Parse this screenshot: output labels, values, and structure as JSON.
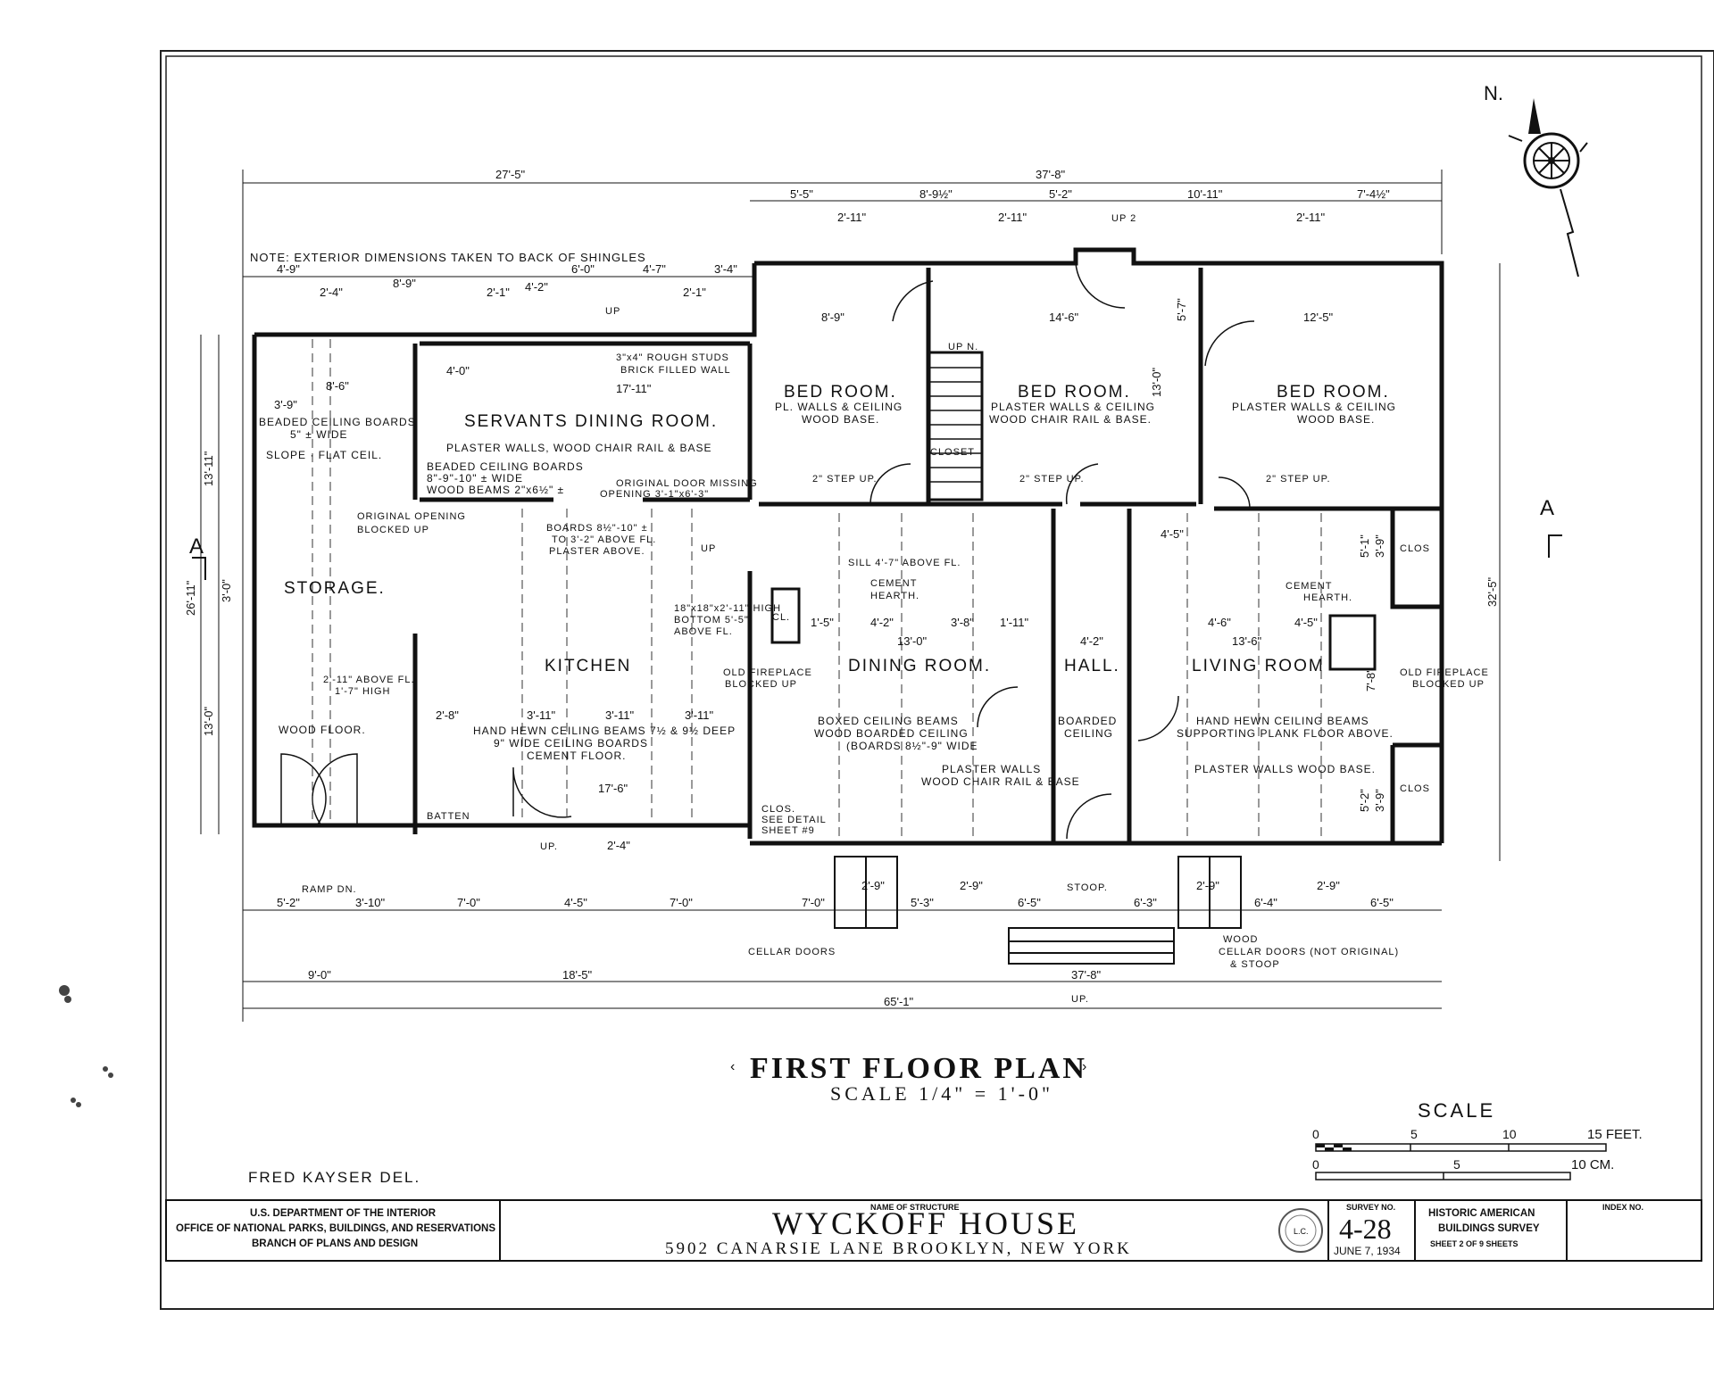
{
  "sheet": {
    "title": "FIRST FLOOR PLAN",
    "scale_note": "SCALE 1/4\" = 1'-0\"",
    "delineator": "FRED KAYSER DEL.",
    "note": "NOTE: EXTERIOR DIMENSIONS TAKEN TO BACK OF SHINGLES",
    "north_label": "N.",
    "section_marks": [
      "A",
      "A"
    ]
  },
  "rooms": [
    {
      "name": "STORAGE.",
      "notes": [
        "BEADED CEILING BOARDS",
        "5\" ± WIDE",
        "SLOPE · FLAT CEIL.",
        "WOOD FLOOR."
      ]
    },
    {
      "name": "SERVANTS DINING ROOM.",
      "notes": [
        "PLASTER WALLS, WOOD CHAIR RAIL & BASE",
        "BEADED CEILING BOARDS",
        "8\"-9\"-10\" ± WIDE",
        "WOOD BEAMS 2\"x6½\" ±"
      ]
    },
    {
      "name": "KITCHEN",
      "notes": [
        "HAND HEWN CEILING BEAMS 7½ & 9½ DEEP",
        "9\" WIDE CEILING BOARDS",
        "CEMENT FLOOR."
      ]
    },
    {
      "name": "BED ROOM.",
      "notes": [
        "PL. WALLS & CEILING",
        "WOOD BASE."
      ]
    },
    {
      "name": "BED ROOM.",
      "notes": [
        "PLASTER WALLS & CEILING",
        "WOOD CHAIR RAIL & BASE."
      ]
    },
    {
      "name": "BED ROOM.",
      "notes": [
        "PLASTER WALLS & CEILING",
        "WOOD BASE."
      ]
    },
    {
      "name": "DINING ROOM.",
      "notes": [
        "BOXED CEILING BEAMS",
        "WOOD BOARDED CEILING",
        "(BOARDS 8½\"-9\" WIDE",
        "PLASTER WALLS",
        "WOOD CHAIR RAIL & BASE"
      ]
    },
    {
      "name": "HALL.",
      "notes": [
        "BOARDED",
        "CEILING"
      ]
    },
    {
      "name": "LIVING ROOM",
      "notes": [
        "HAND HEWN CEILING BEAMS",
        "SUPPORTING PLANK FLOOR ABOVE.",
        "PLASTER WALLS WOOD BASE."
      ]
    }
  ],
  "annotations": [
    "3\"x4\" ROUGH STUDS",
    "BRICK FILLED WALL",
    "ORIGINAL DOOR MISSING",
    "OPENING 3'-1\"x6'-3\"",
    "ORIGINAL OPENING",
    "BLOCKED UP",
    "BOARDS 8½\"-10\" ±",
    "TO 3'-2\" ABOVE FL.",
    "PLASTER ABOVE.",
    "2'-11\" ABOVE FL.",
    "1'-7\" HIGH",
    "SILL 4'-7\" ABOVE FL.",
    "CEMENT",
    "HEARTH.",
    "18\"x18\"x2'-11\" HIGH",
    "BOTTOM 5'-5\"",
    "ABOVE FL.",
    "OLD FIREPLACE",
    "BLOCKED UP",
    "CLOS.",
    "SEE DETAIL",
    "SHEET #9",
    "CLOSET",
    "UP N.",
    "UP 2",
    "2\" STEP UP.",
    "CL.",
    "CLOS",
    "RAMP DN.",
    "STOOP.",
    "CELLAR DOORS",
    "WOOD",
    "CELLAR DOORS (NOT ORIGINAL)",
    "& STOOP",
    "UP.",
    "UP",
    "BATTEN"
  ],
  "dimensions": {
    "top_overall": [
      "27'-5\"",
      "37'-8\""
    ],
    "top_segments": [
      "5'-5\"",
      "8'-9½\"",
      "5'-2\"",
      "10'-11\"",
      "7'-4½\""
    ],
    "top_small": [
      "2'-11\"",
      "2'-11\"",
      "2'-11\""
    ],
    "left_top": [
      "4'-9\"",
      "2'-4\"",
      "8'-9\"",
      "2'-1\"",
      "4'-2\"",
      "6'-0\"",
      "4'-7\"",
      "2'-1\"",
      "3'-4\""
    ],
    "interior": [
      "8'-6\"",
      "3'-9\"",
      "4'-0\"",
      "17'-11\"",
      "8'-9\"",
      "14'-6\"",
      "12'-5\"",
      "13'-0\"",
      "13'-6\"",
      "4'-2\"",
      "4'-5\"",
      "17'-6\"",
      "4'-2\"",
      "3'-8\"",
      "1'-11\"",
      "1'-5\"",
      "4'-6\"",
      "4'-5\"",
      "3'-11\"",
      "3'-11\"",
      "3'-11\"",
      "2'-8\"",
      "2'-4\""
    ],
    "bottom_segments": [
      "5'-2\"",
      "3'-10\"",
      "7'-0\"",
      "4'-5\"",
      "7'-0\"",
      "7'-0\"",
      "5'-3\"",
      "6'-5\"",
      "6'-3\"",
      "6'-4\"",
      "6'-5\""
    ],
    "bottom_porch": [
      "2'-9\"",
      "2'-9\"",
      "2'-9\"",
      "2'-9\""
    ],
    "bottom_overall": [
      "9'-0\"",
      "18'-5\"",
      "37'-8\"",
      "65'-1\""
    ],
    "left_vertical": [
      "13'-11\"",
      "26'-11\"",
      "3'-0\"",
      "13'-0\""
    ],
    "right_vertical": [
      "32'-5\"",
      "5'-7\"",
      "13'-0\"",
      "5'-1\"",
      "3'-9\"",
      "7'-8\"",
      "5'-2\"",
      "3'-9\""
    ]
  },
  "scale_bar": {
    "title": "SCALE",
    "feet_label": "15 FEET.",
    "cm_label": "10 CM.",
    "feet_ticks": [
      "0",
      "5",
      "10"
    ],
    "cm_ticks": [
      "0",
      "5"
    ]
  },
  "title_block": {
    "agency": [
      "U.S. DEPARTMENT OF THE INTERIOR",
      "OFFICE OF NATIONAL PARKS, BUILDINGS, AND RESERVATIONS",
      "BRANCH OF PLANS AND DESIGN"
    ],
    "structure_caption": "NAME OF STRUCTURE",
    "structure_name": "WYCKOFF HOUSE",
    "address": "5902 CANARSIE LANE BROOKLYN, NEW YORK",
    "survey_caption": "SURVEY NO.",
    "survey_no": "4-28",
    "date": "JUNE 7, 1934",
    "habs": [
      "HISTORIC AMERICAN",
      "BUILDINGS SURVEY"
    ],
    "sheet_line": "SHEET 2 OF 9 SHEETS",
    "index_caption": "INDEX NO.",
    "seal_text": "L.C."
  }
}
